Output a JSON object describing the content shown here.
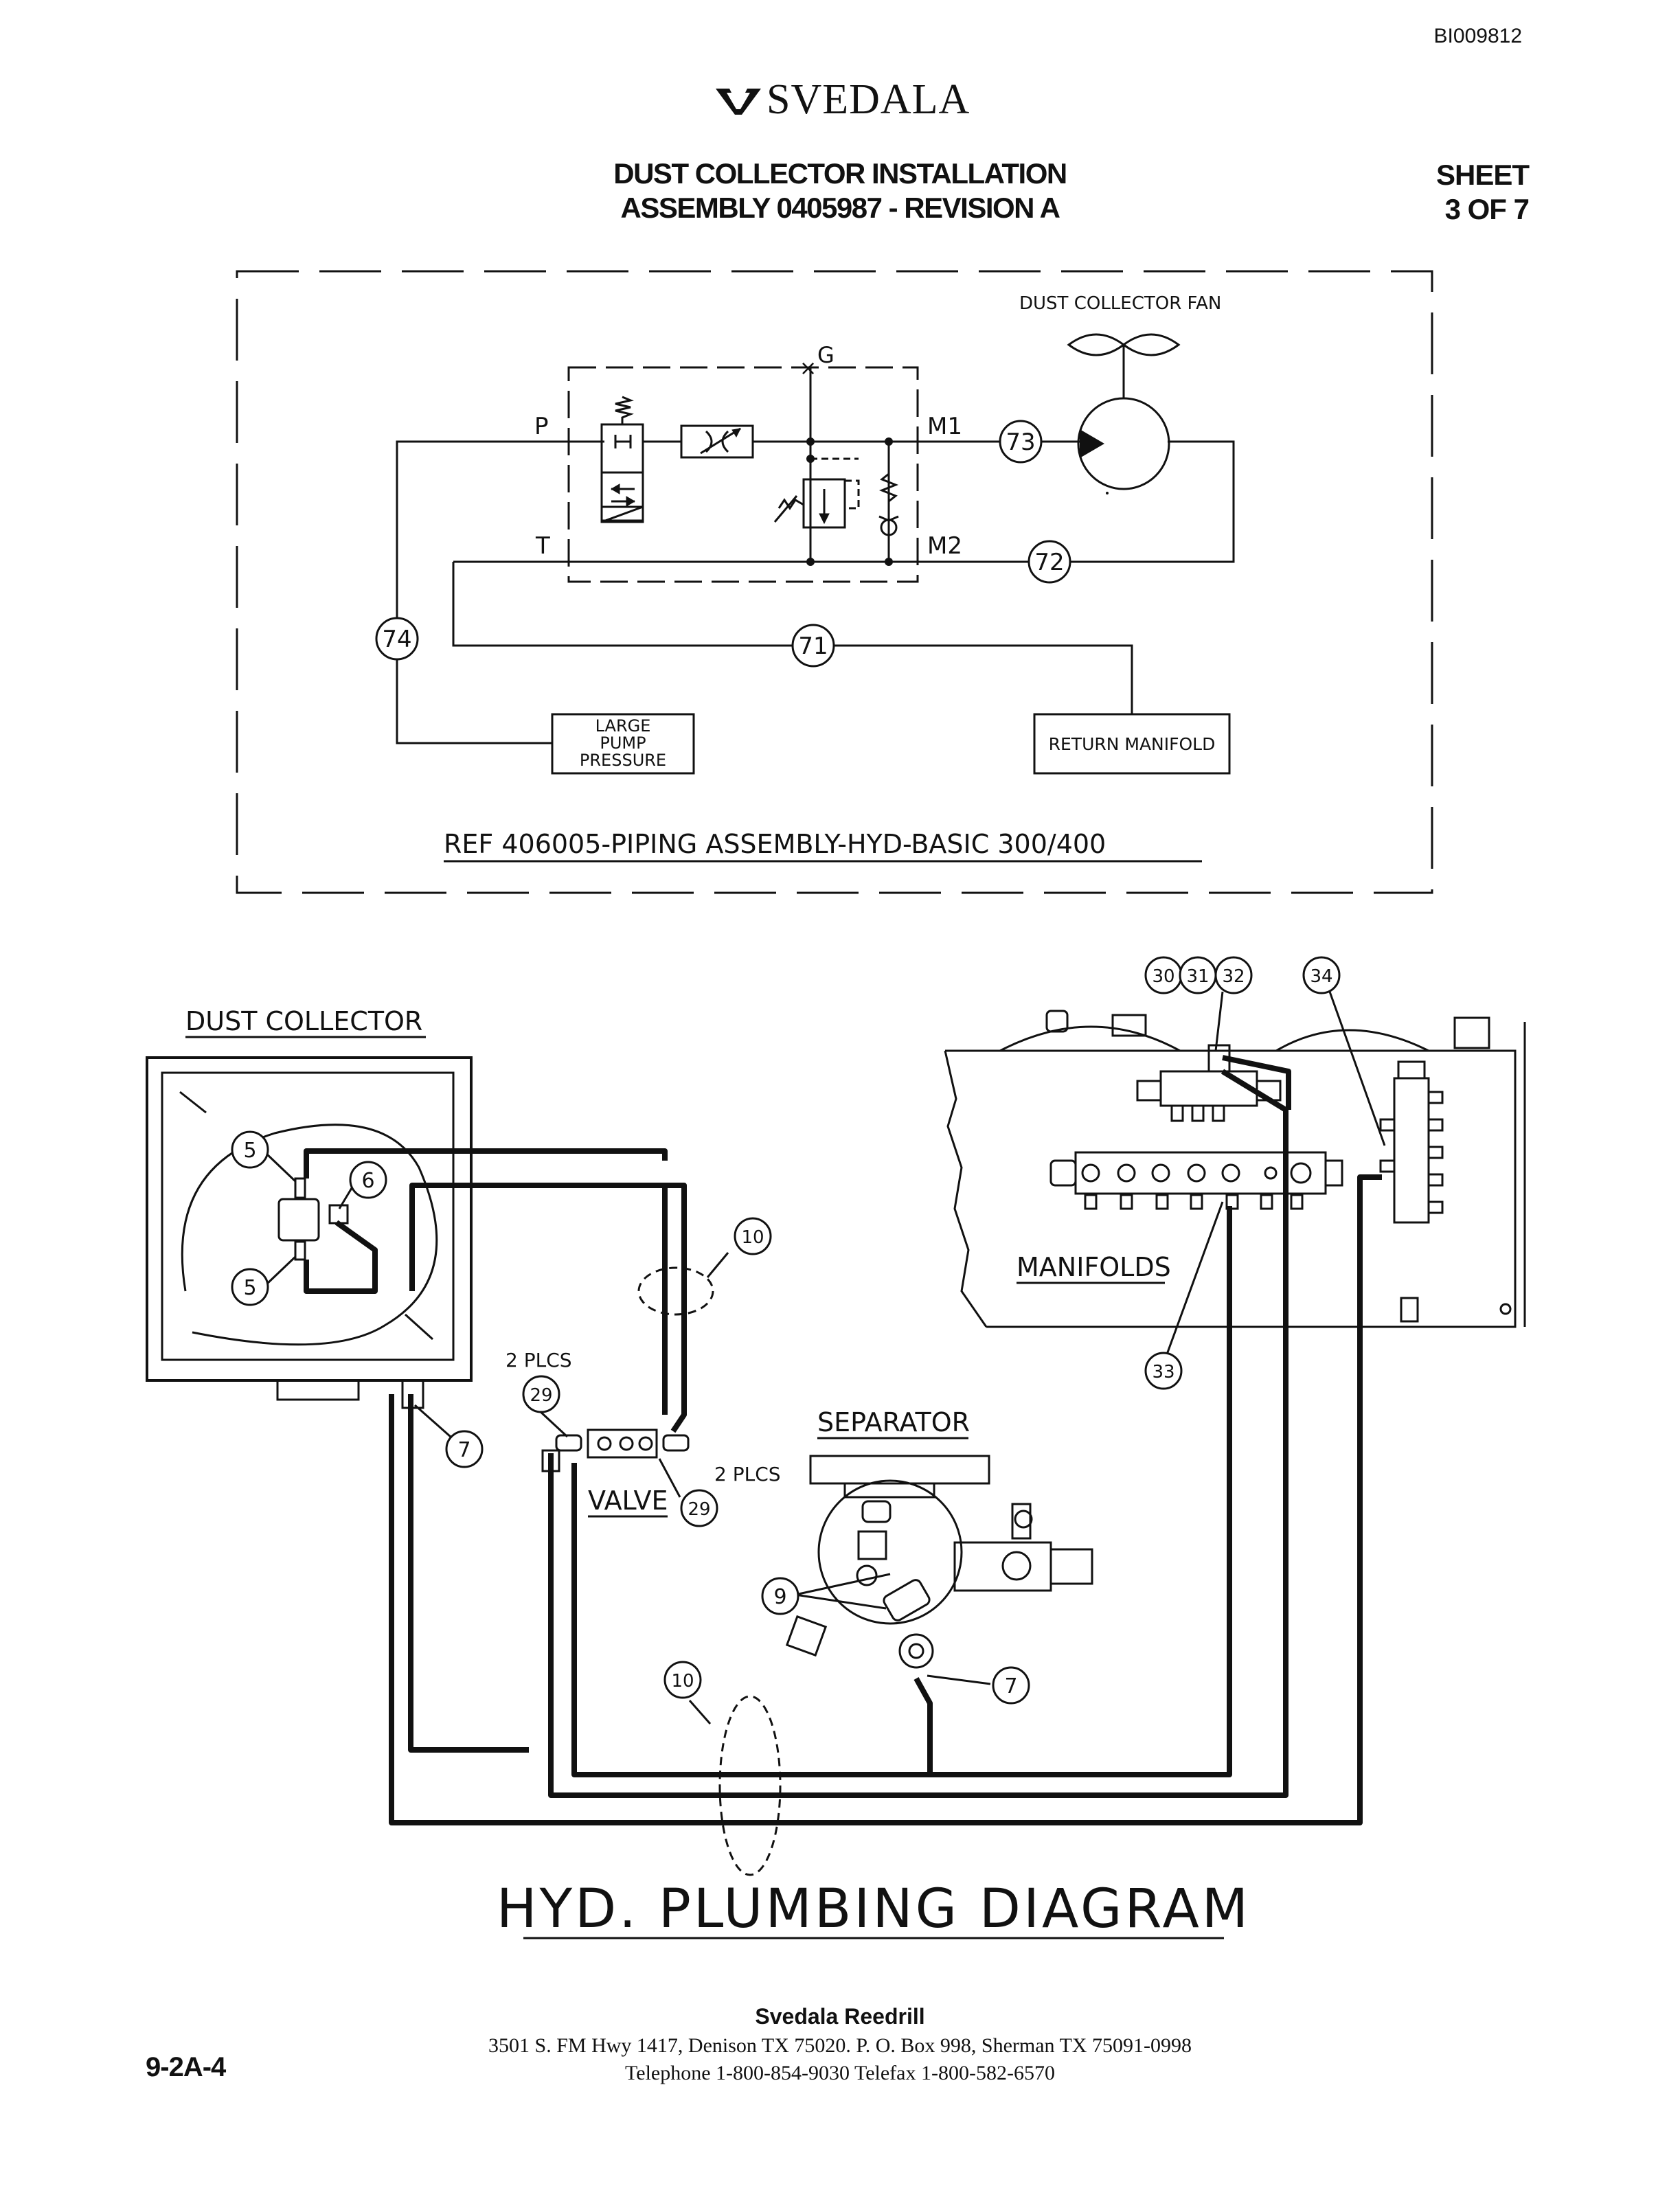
{
  "document_id": "BI009812",
  "brand": "SVEDALA",
  "title_line1": "DUST COLLECTOR INSTALLATION",
  "title_line2": "ASSEMBLY 0405987 - REVISION A",
  "sheet_label": "SHEET",
  "sheet_number": "3 OF 7",
  "schematic": {
    "fan_label": "DUST COLLECTOR FAN",
    "port_g": "G",
    "port_p": "P",
    "port_t": "T",
    "port_m1": "M1",
    "port_m2": "M2",
    "callouts": [
      "73",
      "72",
      "74",
      "71"
    ],
    "box_pump_line1": "LARGE",
    "box_pump_line2": "PUMP",
    "box_pump_line3": "PRESSURE",
    "box_return": "RETURN MANIFOLD",
    "reference": "REF 406005-PIPING ASSEMBLY-HYD-BASIC 300/400"
  },
  "plumbing": {
    "dust_collector_label": "DUST COLLECTOR",
    "manifolds_label": "MANIFOLDS",
    "separator_label": "SEPARATOR",
    "valve_label": "VALVE",
    "plcs_label": "2 PLCS",
    "callouts": {
      "c5a": "5",
      "c5b": "5",
      "c6": "6",
      "c7a": "7",
      "c7b": "7",
      "c9": "9",
      "c10a": "10",
      "c10b": "10",
      "c29a": "29",
      "c29b": "29",
      "c30": "30",
      "c31": "31",
      "c32": "32",
      "c33": "33",
      "c34": "34"
    },
    "diagram_title": "HYD. PLUMBING DIAGRAM"
  },
  "footer": {
    "company": "Svedala Reedrill",
    "address": "3501 S. FM Hwy 1417, Denison TX  75020.   P. O. Box 998, Sherman TX  75091-0998",
    "phones": "Telephone 1-800-854-9030 Telefax 1-800-582-6570",
    "page": "9-2A-4"
  }
}
